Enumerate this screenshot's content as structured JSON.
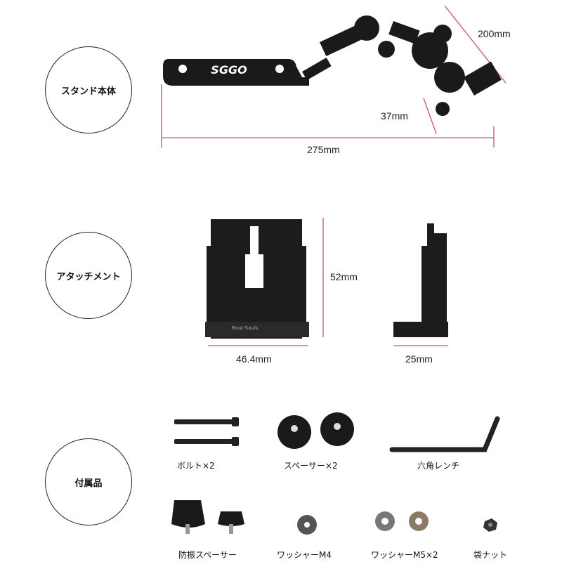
{
  "sections": {
    "stand": "スタンド本体",
    "attachment": "アタッチメント",
    "accessories": "付属品"
  },
  "stand": {
    "logo": "SGGO",
    "dim_length": "275mm",
    "dim_height": "200mm",
    "dim_depth": "37mm"
  },
  "attachment": {
    "dim_height": "52mm",
    "dim_width": "46.4mm",
    "dim_side": "25mm",
    "brand": "Boat-Sauls"
  },
  "accessories": [
    {
      "label": "ボルト×2",
      "icon": "bolt-icon"
    },
    {
      "label": "スペーサー×2",
      "icon": "spacer-icon"
    },
    {
      "label": "六角レンチ",
      "icon": "hex-wrench-icon"
    },
    {
      "label": "防振スペーサー",
      "icon": "rubber-spacer-icon"
    },
    {
      "label": "ワッシャーM4",
      "icon": "washer-icon"
    },
    {
      "label": "ワッシャーM5×2",
      "icon": "washer-icon"
    },
    {
      "label": "袋ナット",
      "icon": "cap-nut-icon"
    }
  ],
  "colors": {
    "dimension_line": "#d0506a",
    "part": "#1a1a1a"
  }
}
